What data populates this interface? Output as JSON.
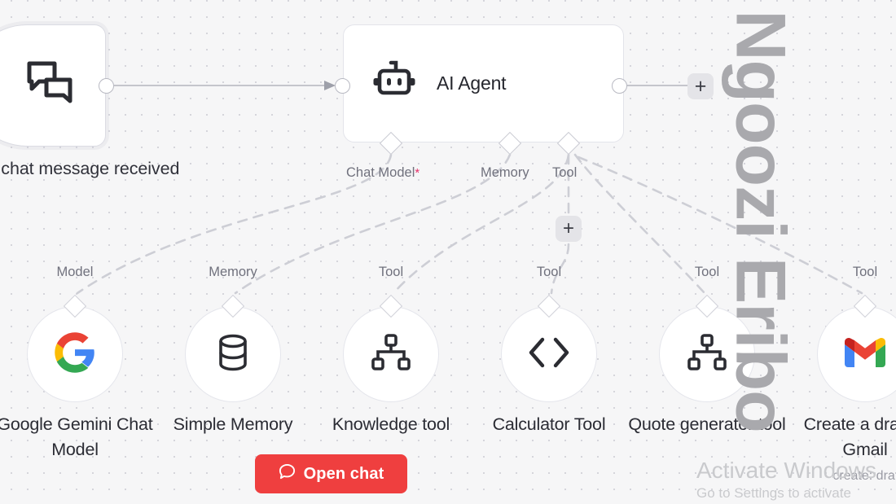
{
  "canvas": {
    "background_color": "#f6f6f7",
    "grid_dot_color": "#d5d5db"
  },
  "trigger": {
    "icon": "chat-bubbles-icon",
    "label": "When chat message received"
  },
  "agent": {
    "icon": "robot-icon",
    "title": "AI Agent",
    "add_output_label": "+",
    "add_tool_label": "+",
    "connectors": [
      {
        "name": "chat-model",
        "label": "Chat Model",
        "required_marker": "*"
      },
      {
        "name": "memory",
        "label": "Memory",
        "required_marker": ""
      },
      {
        "name": "tool",
        "label": "Tool",
        "required_marker": ""
      }
    ]
  },
  "subnodes": [
    {
      "name": "google-gemini-chat-model",
      "type_label": "Model",
      "title": "Google Gemini Chat Model",
      "icon": "google-g-icon"
    },
    {
      "name": "simple-memory",
      "type_label": "Memory",
      "title": "Simple Memory",
      "icon": "database-icon"
    },
    {
      "name": "knowledge-tool",
      "type_label": "Tool",
      "title": "Knowledge tool",
      "icon": "workflow-tree-icon"
    },
    {
      "name": "calculator-tool",
      "type_label": "Tool",
      "title": "Calculator Tool",
      "icon": "code-brackets-icon"
    },
    {
      "name": "quote-generator-tool",
      "type_label": "Tool",
      "title": "Quote generator tool",
      "icon": "workflow-tree-icon"
    },
    {
      "name": "create-a-draft-in-gmail",
      "type_label": "Tool",
      "title": "Create a draft in Gmail",
      "icon": "gmail-icon",
      "caption": "create: draft"
    }
  ],
  "open_chat": {
    "label": "Open chat",
    "icon": "chat-bubble-icon",
    "color": "#ef3f3f"
  },
  "watermarks": {
    "author": "Ngoozi Eribo",
    "windows_line1": "Activate Windows",
    "windows_line2": "Go to Settings to activate"
  }
}
